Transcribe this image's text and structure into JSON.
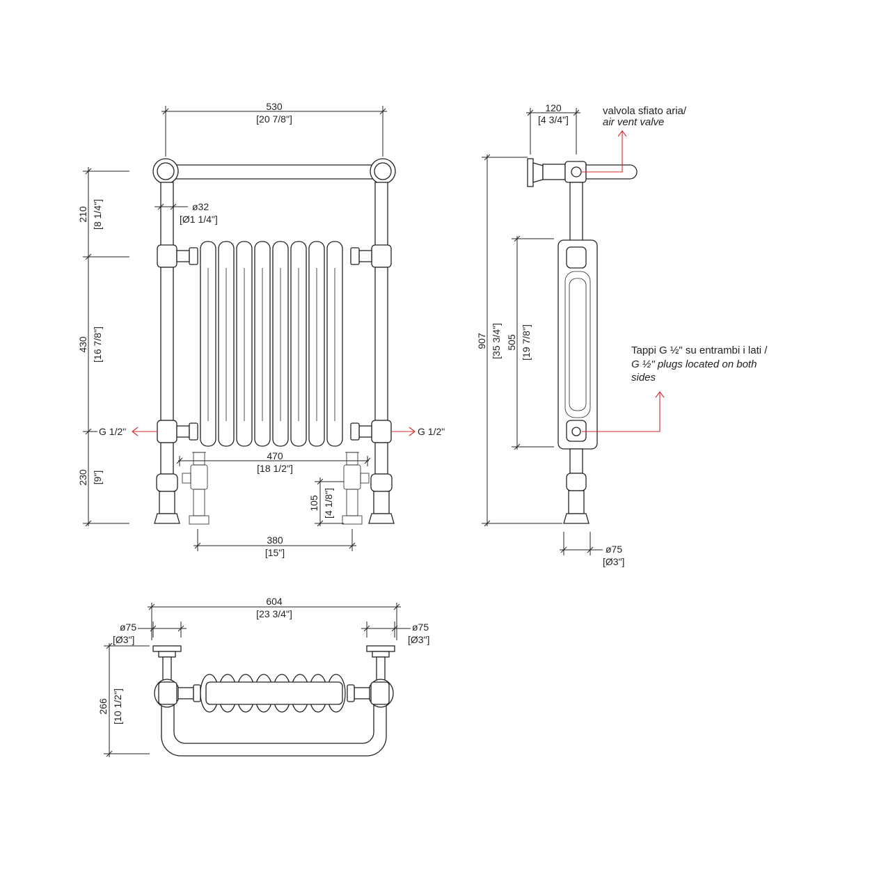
{
  "accent_color": "#d9292b",
  "front_view": {
    "width_top": {
      "mm": "530",
      "inch": "[20 7/8\"]"
    },
    "pipe_diameter": {
      "mm": "ø32",
      "inch": "[Ø1 1/4\"]"
    },
    "height_top": {
      "mm": "210",
      "inch": "[8 1/4\"]"
    },
    "height_mid": {
      "mm": "430",
      "inch": "[16 7/8\"]"
    },
    "height_bottom": {
      "mm": "230",
      "inch": "[9\"]"
    },
    "connection_left": "G 1/2\"",
    "connection_right": "G 1/2\"",
    "valve_spacing": {
      "mm": "470",
      "inch": "[18 1/2\"]"
    },
    "foot_spacing": {
      "mm": "380",
      "inch": "[15\"]"
    },
    "valve_height": {
      "mm": "105",
      "inch": "[4 1/8\"]"
    }
  },
  "side_view": {
    "depth": {
      "mm": "120",
      "inch": "[4 3/4\"]"
    },
    "air_vent_label_it": "valvola sfiato aria/",
    "air_vent_label_en": "air vent valve",
    "total_height": {
      "mm": "907",
      "inch": "[35 3/4\"]"
    },
    "centers": {
      "mm": "505",
      "inch": "[19 7/8\"]"
    },
    "plugs_label_it": "Tappi G ½\" su entrambi i lati /",
    "plugs_label_en_1": "G ½\" plugs located on both",
    "plugs_label_en_2": "sides",
    "foot_diameter": {
      "mm": "ø75",
      "inch": "[Ø3\"]"
    }
  },
  "top_view": {
    "overall_width": {
      "mm": "604",
      "inch": "[23 3/4\"]"
    },
    "left_base": {
      "mm": "ø75",
      "inch": "[Ø3\"]"
    },
    "right_base": {
      "mm": "ø75",
      "inch": "[Ø3\"]"
    },
    "depth": {
      "mm": "266",
      "inch": "[10 1/2\"]"
    }
  }
}
